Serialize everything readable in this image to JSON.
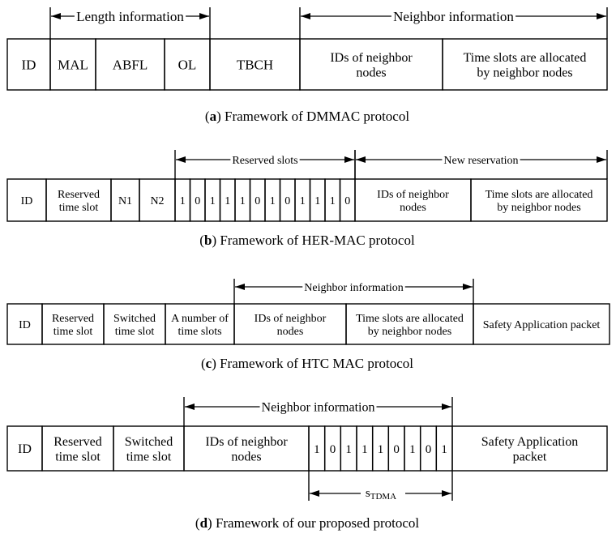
{
  "diagram_a": {
    "fields": [
      "ID",
      "MAL",
      "ABFL",
      "OL",
      "TBCH",
      "IDs of neighbor\nnodes",
      "Time slots are allocated\nby neighbor nodes"
    ],
    "spans": [
      {
        "label": "Length information"
      },
      {
        "label": "Neighbor information"
      }
    ],
    "caption": {
      "letter": "a",
      "text": " Framework of DMMAC protocol"
    }
  },
  "diagram_b": {
    "fields": [
      "ID",
      "Reserved\ntime slot",
      "N1",
      "N2"
    ],
    "bits": [
      "1",
      "0",
      "1",
      "1",
      "1",
      "0",
      "1",
      "0",
      "1",
      "1",
      "1",
      "0"
    ],
    "tail_fields": [
      "IDs of neighbor\nnodes",
      "Time slots are allocated\nby neighbor nodes"
    ],
    "spans": [
      {
        "label": "Reserved slots"
      },
      {
        "label": "New reservation"
      }
    ],
    "caption": {
      "letter": "b",
      "text": " Framework of HER-MAC protocol"
    }
  },
  "diagram_c": {
    "fields": [
      "ID",
      "Reserved\ntime slot",
      "Switched\ntime slot",
      "A number of\ntime slots",
      "IDs of neighbor\nnodes",
      "Time slots are allocated\nby neighbor nodes",
      "Safety Application packet"
    ],
    "spans": [
      {
        "label": "Neighbor information"
      }
    ],
    "caption": {
      "letter": "c",
      "text": " Framework of HTC MAC protocol"
    }
  },
  "diagram_d": {
    "fields": [
      "ID",
      "Reserved\ntime slot",
      "Switched\ntime slot",
      "IDs of neighbor\nnodes"
    ],
    "bits": [
      "1",
      "0",
      "1",
      "1",
      "1",
      "0",
      "1",
      "0",
      "1"
    ],
    "tail_fields": [
      "Safety Application\npacket"
    ],
    "spans": [
      {
        "label": "Neighbor information"
      }
    ],
    "bottom_span": {
      "label_main": "s",
      "label_sub": "TDMA"
    },
    "caption": {
      "letter": "d",
      "text": " Framework of our proposed protocol"
    }
  }
}
